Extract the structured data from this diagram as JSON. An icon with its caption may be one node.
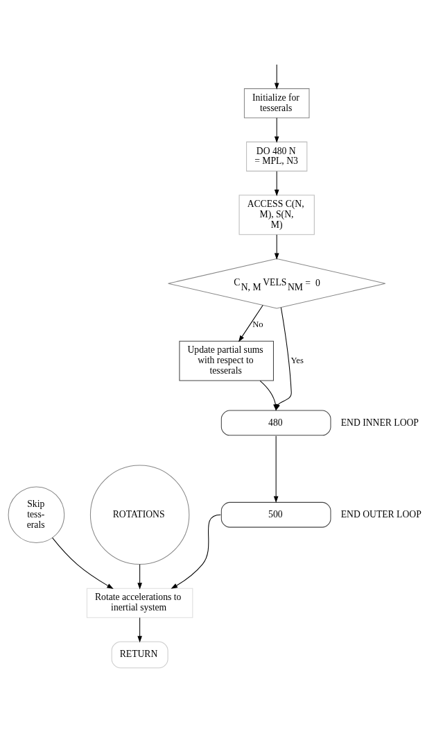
{
  "diagram": {
    "nodes": [
      {
        "text": [
          "Initialize for tesserals"
        ]
      },
      {
        "text": [
          "DO 480 N = MPL, N3"
        ]
      },
      {
        "text": [
          "ACCESS C(N, M), S(N, M)"
        ]
      },
      {
        "text": [
          "C$_{N, M}$ VELS$_{NM}$ = 0"
        ]
      },
      {
        "text": [
          "Update partial sums with respect to tesserals"
        ]
      },
      {
        "text": [
          "480"
        ],
        "beside": [
          "END INNER LOOP"
        ]
      },
      {
        "text": [
          "500"
        ],
        "beside": [
          "END OUTER LOOP"
        ]
      },
      {
        "text": [
          "Skip tess- erals"
        ]
      },
      {
        "text": [
          "ROTATIONS"
        ]
      },
      {
        "text": [
          "Rotate accelerations to inertial system"
        ]
      },
      {
        "text": [
          "RETURN"
        ]
      }
    ],
    "edges": [
      {
        "from": null,
        "to": 0,
        "arrow": "to"
      },
      {
        "from": 0,
        "to": 1,
        "arrow": "to"
      },
      {
        "from": 1,
        "to": 2,
        "arrow": "to"
      },
      {
        "from": 2,
        "to": 3,
        "arrow": "to"
      },
      {
        "from": 3,
        "to": 4,
        "arrow": "to",
        "label": "No"
      },
      {
        "from": 3,
        "to": 5,
        "arrow": "to",
        "label": "Yes"
      },
      {
        "from": 4,
        "to": 5,
        "arrow": "to"
      },
      {
        "from": 5,
        "to": 6,
        "arrow": "to"
      },
      {
        "from": 6,
        "to": 9,
        "arrow": "to"
      },
      {
        "from": 7,
        "to": 9,
        "arrow": "to"
      },
      {
        "from": 8,
        "to": 9,
        "arrow": "to"
      },
      {
        "from": 9,
        "to": 10,
        "arrow": "to"
      }
    ]
  }
}
